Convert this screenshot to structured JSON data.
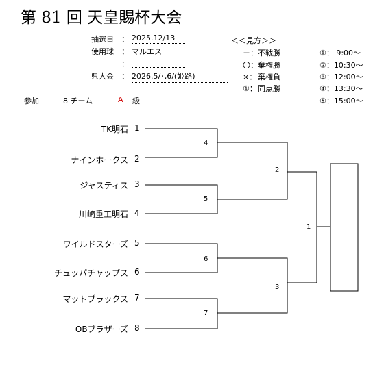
{
  "title": "第 81 回 天皇賜杯大会",
  "info": {
    "draw_label": "抽選日",
    "draw_value": "2025.12/13",
    "ball_label": "使用球",
    "ball_value": "マルエス",
    "blank_colon": "：",
    "pref_label": "県大会",
    "pref_value": "2026.5/･,6/(姫路)",
    "colon": "："
  },
  "legend": {
    "title": "＜＜見方＞＞",
    "items": [
      {
        "mark": "－：",
        "text": "不戦勝"
      },
      {
        "mark": "〇：",
        "text": "棄権勝"
      },
      {
        "mark": "×：",
        "text": "棄権負"
      },
      {
        "mark": "①：",
        "text": "同点勝"
      }
    ],
    "times": [
      "①：  9:00～",
      "②：10:30～",
      "③：12:00～",
      "④：13:30～",
      "⑤：15:00～"
    ]
  },
  "participation": {
    "label": "参加",
    "teams": "8 チーム",
    "grade": "A",
    "grade_suffix": "級",
    "grade_color": "#d00000"
  },
  "teams": [
    {
      "name": "TK明石",
      "seed": "1"
    },
    {
      "name": "ナインホークス",
      "seed": "2"
    },
    {
      "name": "ジャスティス",
      "seed": "3"
    },
    {
      "name": "川崎重工明石",
      "seed": "4"
    },
    {
      "name": "ワイルドスターズ",
      "seed": "5"
    },
    {
      "name": "チュッパチャップス",
      "seed": "6"
    },
    {
      "name": "マットブラックス",
      "seed": "7"
    },
    {
      "name": "OBブラザーズ",
      "seed": "8"
    }
  ],
  "matches": {
    "r1": [
      "4",
      "5",
      "6",
      "7"
    ],
    "r2": [
      "2",
      "3"
    ],
    "final": "1"
  }
}
